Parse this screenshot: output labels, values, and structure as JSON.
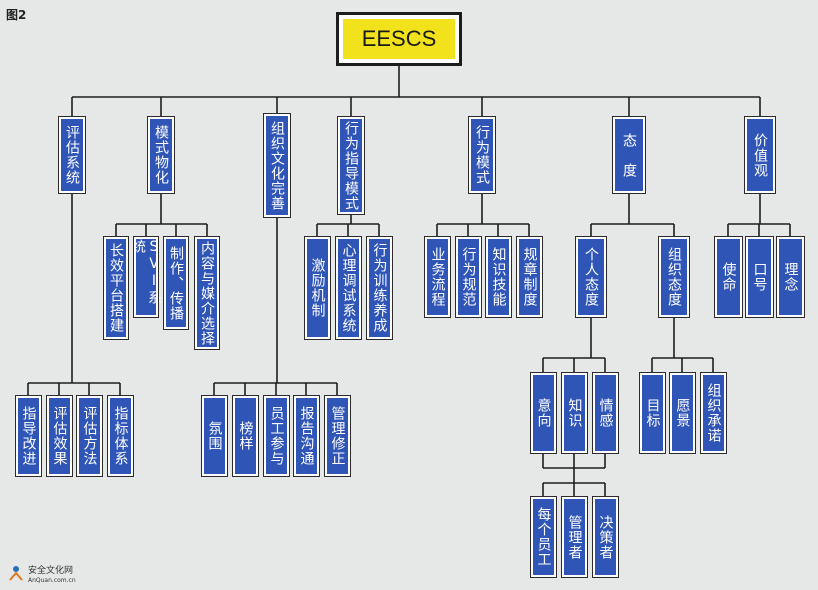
{
  "figure_label": "图2",
  "root": "EESCS",
  "level1": [
    "评估系统",
    "模式物化",
    "组织文化完善",
    "行为指导模式",
    "行为模式",
    "态　度",
    "价值观"
  ],
  "eval_children": [
    "指导改进",
    "评估效果",
    "评估方法",
    "指标体系"
  ],
  "mode_children": [
    "长效平台搭建",
    "SVI系统",
    "制作、传播",
    "内容与媒介选择"
  ],
  "culture_children": [
    "氛围",
    "榜样",
    "员工参与",
    "报告沟通",
    "管理修正"
  ],
  "guide_children": [
    "激励机制",
    "心理调试系统",
    "行为训练养成"
  ],
  "behavior_children": [
    "业务流程",
    "行为规范",
    "知识技能",
    "规章制度"
  ],
  "attitude_children": [
    "个人态度",
    "组织态度"
  ],
  "personal_children": [
    "意向",
    "知识",
    "情感"
  ],
  "org_children": [
    "目标",
    "愿景",
    "组织承诺"
  ],
  "knowledge_children": [
    "每个员工",
    "管理者",
    "决策者"
  ],
  "values_children": [
    "使命",
    "口号",
    "理念"
  ],
  "watermark": {
    "line1": "安全文化网",
    "line2": "AnQuan.com.cn"
  },
  "colors": {
    "node": "#2f55b6",
    "root": "#f1e21c",
    "line": "#1d1d1d",
    "background": "#e6e8e7"
  }
}
